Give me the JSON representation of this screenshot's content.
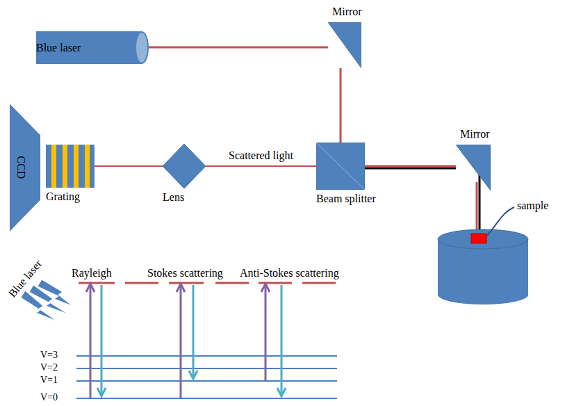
{
  "diagram": {
    "nodes": [
      {
        "text": [
          "Mirror"
        ]
      },
      {
        "text": [
          "Blue laser"
        ]
      },
      {
        "text": [
          "CCD"
        ]
      },
      {
        "text": [
          "Grating"
        ]
      },
      {
        "text": [
          "Lens"
        ]
      },
      {
        "text": [
          "Beam splitter"
        ]
      },
      {
        "text": [
          "Mirror"
        ]
      }
    ],
    "edges": [
      {
        "from": 1,
        "to": 0,
        "arrow": "none"
      },
      {
        "from": 0,
        "to": 5,
        "arrow": "none"
      },
      {
        "from": 5,
        "to": 6,
        "arrow": "none"
      },
      {
        "from": 5,
        "to": 4,
        "label": "Scattered light",
        "arrow": "none"
      },
      {
        "from": 4,
        "to": 3,
        "arrow": "none"
      }
    ],
    "labels": [
      "sample",
      "Rayleigh",
      "Stokes scattering",
      "Anti-Stokes scattering",
      "Blue laser",
      "V=3",
      "V=2",
      "V=1",
      "V=0"
    ]
  }
}
